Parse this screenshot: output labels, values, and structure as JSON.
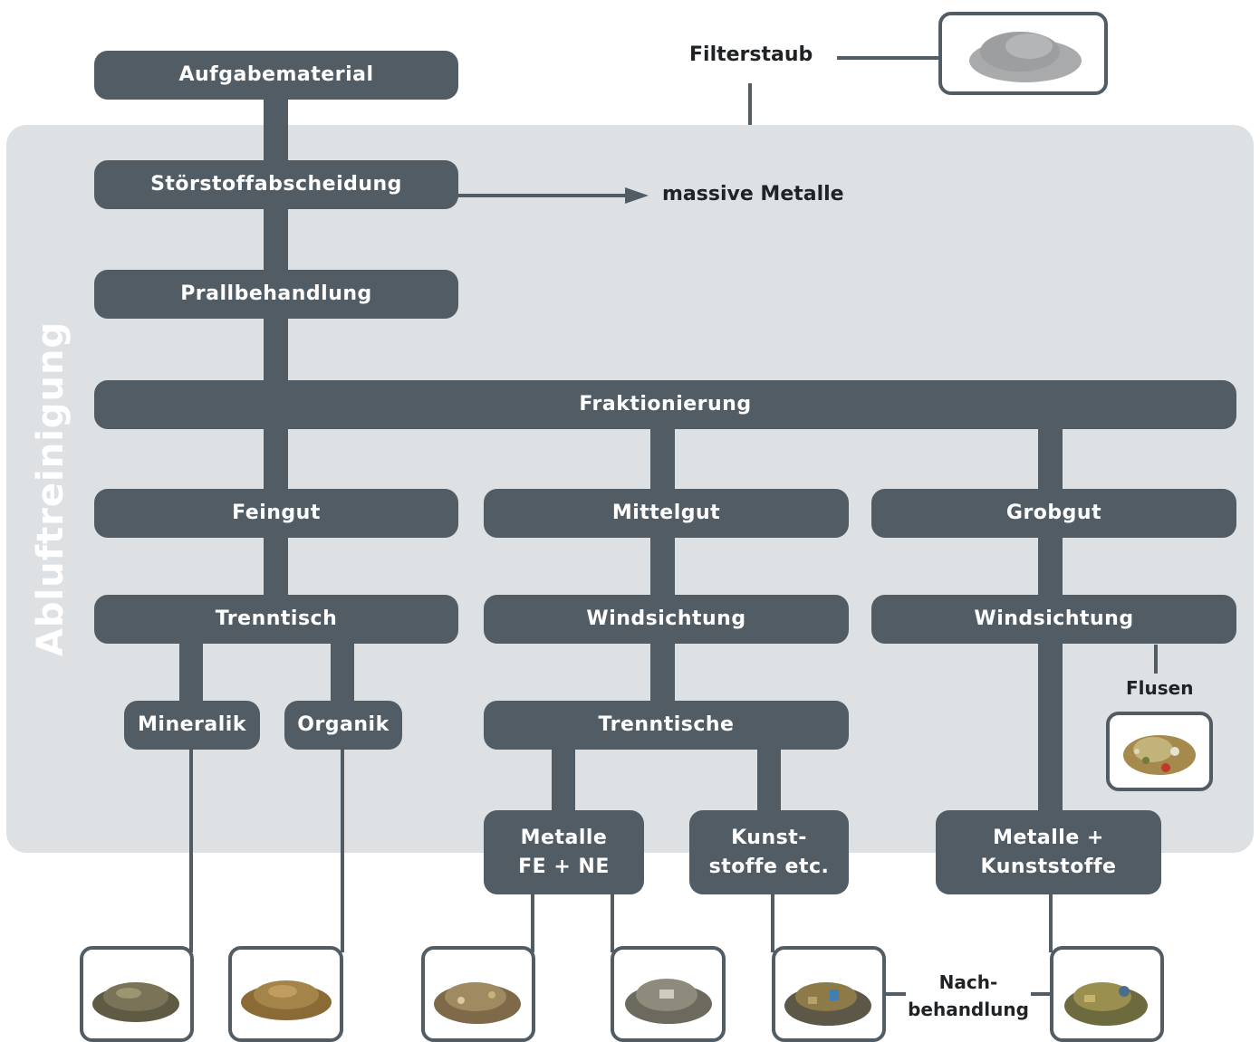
{
  "side_label": "Abluftreinigung",
  "nodes": {
    "aufgabematerial": "Aufgabematerial",
    "stoerstoffabscheidung": "Störstoffabscheidung",
    "prallbehandlung": "Prallbehandlung",
    "fraktionierung": "Fraktionierung",
    "feingut": "Feingut",
    "mittelgut": "Mittelgut",
    "grobgut": "Grobgut",
    "trenntisch": "Trenntisch",
    "windsichtung_mittel": "Windsichtung",
    "windsichtung_grob": "Windsichtung",
    "mineralik": "Mineralik",
    "organik": "Organik",
    "trenntische": "Trenntische",
    "metalle_fe_ne": "Metalle\nFE + NE",
    "kunststoffe": "Kunst-\nstoffe etc.",
    "metalle_kunststoffe": "Metalle +\nKunststoffe"
  },
  "labels": {
    "filterstaub": "Filterstaub",
    "massive_metalle": "massive Metalle",
    "flusen": "Flusen",
    "nachbehandlung": "Nach-\nbehandlung"
  },
  "photos": [
    {
      "name": "filterstaub-photo",
      "material": "grey dust"
    },
    {
      "name": "flusen-photo",
      "material": "fluff"
    },
    {
      "name": "mineralik-photo",
      "material": "mineral fraction"
    },
    {
      "name": "organik-photo",
      "material": "organic fraction"
    },
    {
      "name": "metalle-fe-ne-photo-a",
      "material": "metal fraction"
    },
    {
      "name": "metalle-fe-ne-photo-b",
      "material": "metal fraction"
    },
    {
      "name": "kunststoffe-photo",
      "material": "plastics fraction"
    },
    {
      "name": "metalle-kunststoffe-photo",
      "material": "metal and plastics fraction"
    }
  ],
  "colors": {
    "box": "#515c65",
    "panel": "#dde1e4",
    "text": "#1f2326",
    "side_label": "#ffffff"
  }
}
